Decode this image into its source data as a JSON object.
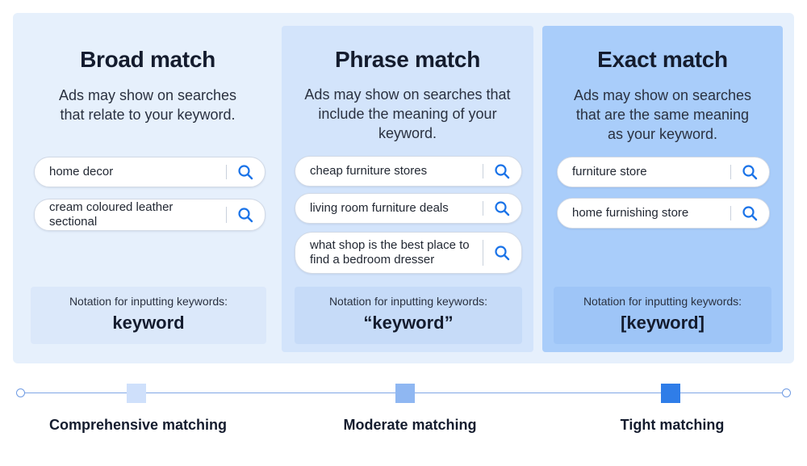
{
  "columns": [
    {
      "title": "Broad match",
      "description": [
        "Ads may show on searches",
        "that relate to your keyword."
      ],
      "searches": [
        "home decor",
        "cream coloured leather sectional"
      ],
      "notation_label": "Notation for inputting keywords:",
      "notation_keyword": "keyword"
    },
    {
      "title": "Phrase match",
      "description": [
        "Ads may show on searches that",
        "include the meaning of your",
        "keyword."
      ],
      "searches": [
        "cheap furniture stores",
        "living room furniture deals",
        "what shop is the best place to find a bedroom dresser"
      ],
      "notation_label": "Notation for inputting keywords:",
      "notation_keyword": "“keyword”"
    },
    {
      "title": "Exact match",
      "description": [
        "Ads may show on searches",
        "that are the same meaning",
        "as your keyword."
      ],
      "searches": [
        "furniture store",
        "home furnishing store"
      ],
      "notation_label": "Notation for inputting keywords:",
      "notation_keyword": "[keyword]"
    }
  ],
  "scale": {
    "labels": [
      "Comprehensive matching",
      "Moderate matching",
      "Tight matching"
    ]
  },
  "colors": {
    "broad_bg": "#e6f0fc",
    "phrase_bg": "#d3e4fb",
    "exact_bg": "#a9cdfa",
    "search_icon": "#1a73e8",
    "marker_light": "#cfe0fb",
    "marker_mid": "#8fb7f2",
    "marker_dark": "#2f7de8"
  },
  "icons": {
    "search": "search-icon"
  }
}
